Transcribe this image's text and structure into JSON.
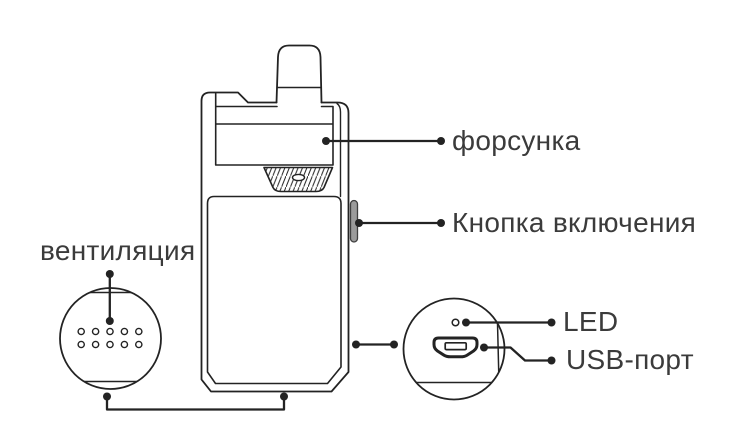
{
  "diagram": {
    "title": "device parts diagram",
    "labels": {
      "nozzle": "форсунка",
      "power_button": "Кнопка включения",
      "ventilation": "вентиляция",
      "led": "LED",
      "usb_port": "USB-порт"
    },
    "details": {
      "ventilation_holes": {
        "rows": 2,
        "columns": 5
      }
    },
    "colors": {
      "line": "#232323",
      "text": "#3b3b3b",
      "button_fill": "#9b9b9b",
      "background": "#ffffff"
    }
  }
}
